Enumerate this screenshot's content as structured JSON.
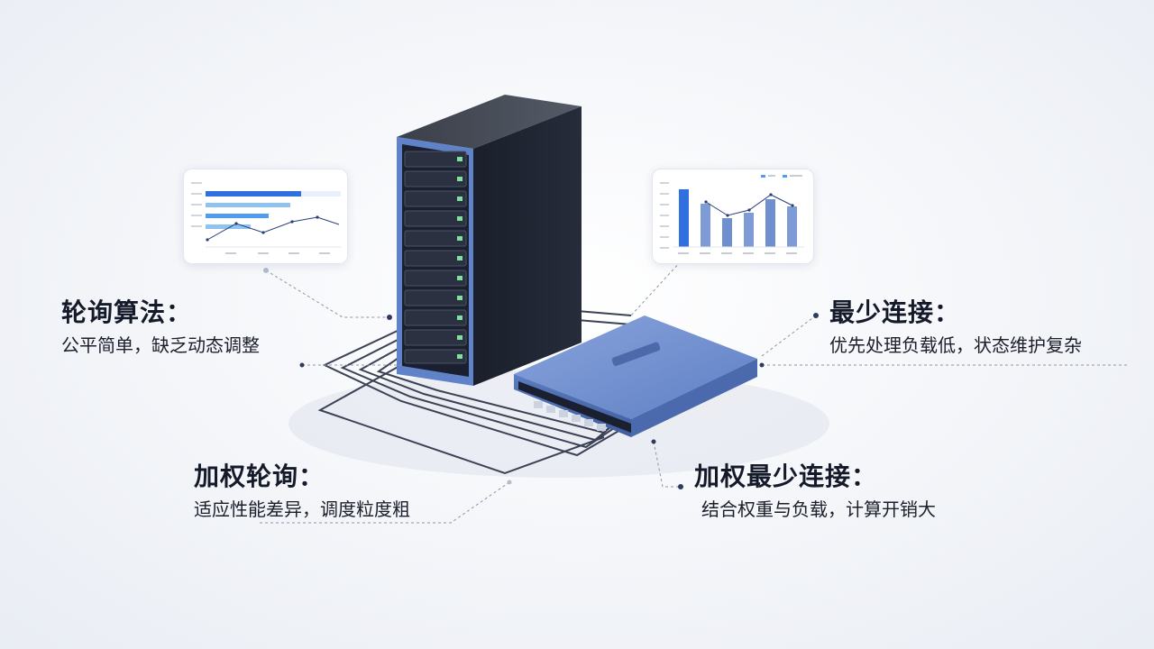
{
  "labels": {
    "round_robin": {
      "title": "轮询算法：",
      "desc": "公平简单，缺乏动态调整"
    },
    "weighted_round_robin": {
      "title": "加权轮询：",
      "desc": "适应性能差异，调度粒度粗"
    },
    "least_connections": {
      "title": "最少连接：",
      "desc": "优先处理负载低，状态维护复杂"
    },
    "weighted_least_connections": {
      "title": "加权最少连接：",
      "desc": "结合权重与负载，计算开销大"
    }
  },
  "colors": {
    "server_body": "#1c2232",
    "server_trim": "#5b7fc7",
    "switch_body": "#6f8fcf",
    "bar_primary": "#2f6fe0",
    "bar_secondary": "#4f9cf0",
    "line": "#2a3f7a"
  },
  "icons": [
    "server-icon",
    "network-switch-icon",
    "chart-card-icon"
  ]
}
